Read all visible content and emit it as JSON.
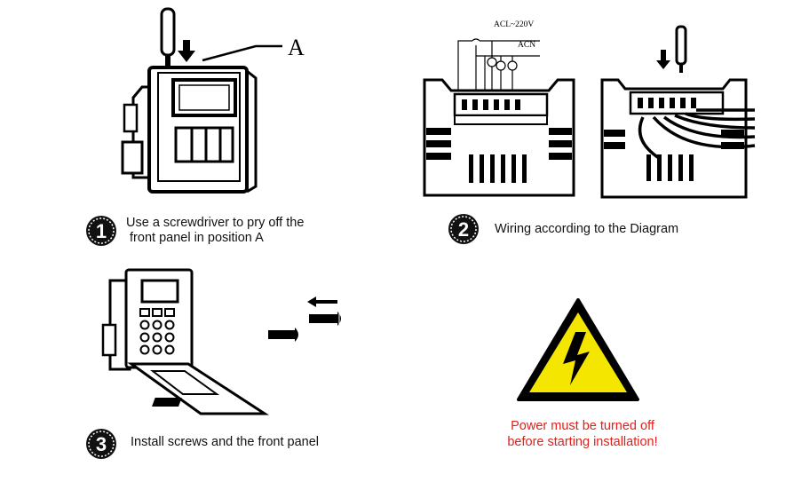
{
  "steps": [
    {
      "number": "1",
      "lines": [
        "Use a screwdriver to pry off the",
        " front panel in position A"
      ]
    },
    {
      "number": "2",
      "lines": [
        "Wiring according to the Diagram"
      ]
    },
    {
      "number": "3",
      "lines": [
        "Install screws and the front panel"
      ]
    }
  ],
  "callout_label": "A",
  "wiring_labels": {
    "live": "ACL~220V",
    "neutral": "ACN"
  },
  "warning": {
    "lines": [
      "Power must be turned off",
      "before starting installation!"
    ],
    "text_color": "#e0201b",
    "sign_fill": "#f5e600",
    "icon": "high-voltage-warning-icon"
  },
  "colors": {
    "badge": "#111111",
    "line_art": "#000000"
  }
}
